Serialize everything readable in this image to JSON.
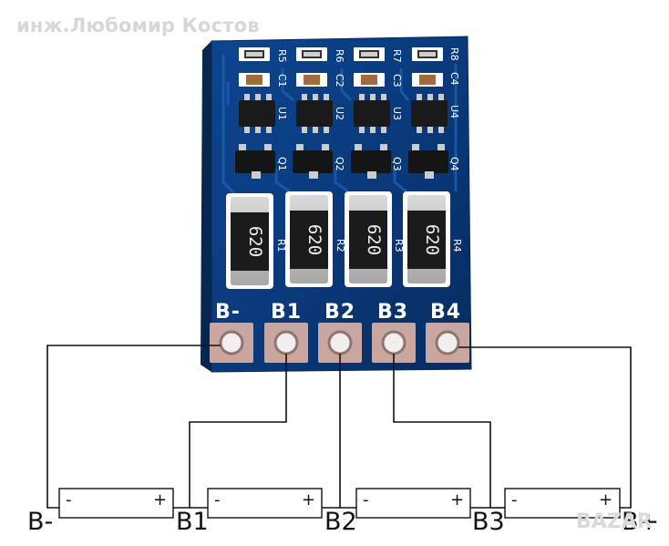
{
  "watermark": "инж.Любомир Костов",
  "watermark_corner": "BAZAR",
  "board": {
    "pads": [
      "B-",
      "B1",
      "B2",
      "B3",
      "B4"
    ],
    "resistor_codes": [
      "620",
      "620",
      "620",
      "620"
    ],
    "resistor_refs": [
      "R1",
      "R2",
      "R3",
      "R4"
    ],
    "small_resistor_refs": [
      "R5",
      "R6",
      "R7",
      "R8"
    ],
    "cap_refs": [
      "C1",
      "C2",
      "C3",
      "C4"
    ],
    "ic_refs": [
      "U1",
      "U2",
      "U3",
      "U4"
    ],
    "transistor_refs": [
      "Q1",
      "Q2",
      "Q3",
      "Q4"
    ]
  },
  "diagram": {
    "nodes": [
      "B-",
      "B1",
      "B2",
      "B3",
      "B+"
    ],
    "cells": [
      {
        "minus": "-",
        "plus": "+"
      },
      {
        "minus": "-",
        "plus": "+"
      },
      {
        "minus": "-",
        "plus": "+"
      },
      {
        "minus": "-",
        "plus": "+"
      }
    ]
  },
  "colors": {
    "pcb": "#0b3a7a",
    "pcb_dark": "#082c5e",
    "silkscreen": "#ffffff",
    "pad": "#c9a7a0",
    "wire": "#111111"
  }
}
